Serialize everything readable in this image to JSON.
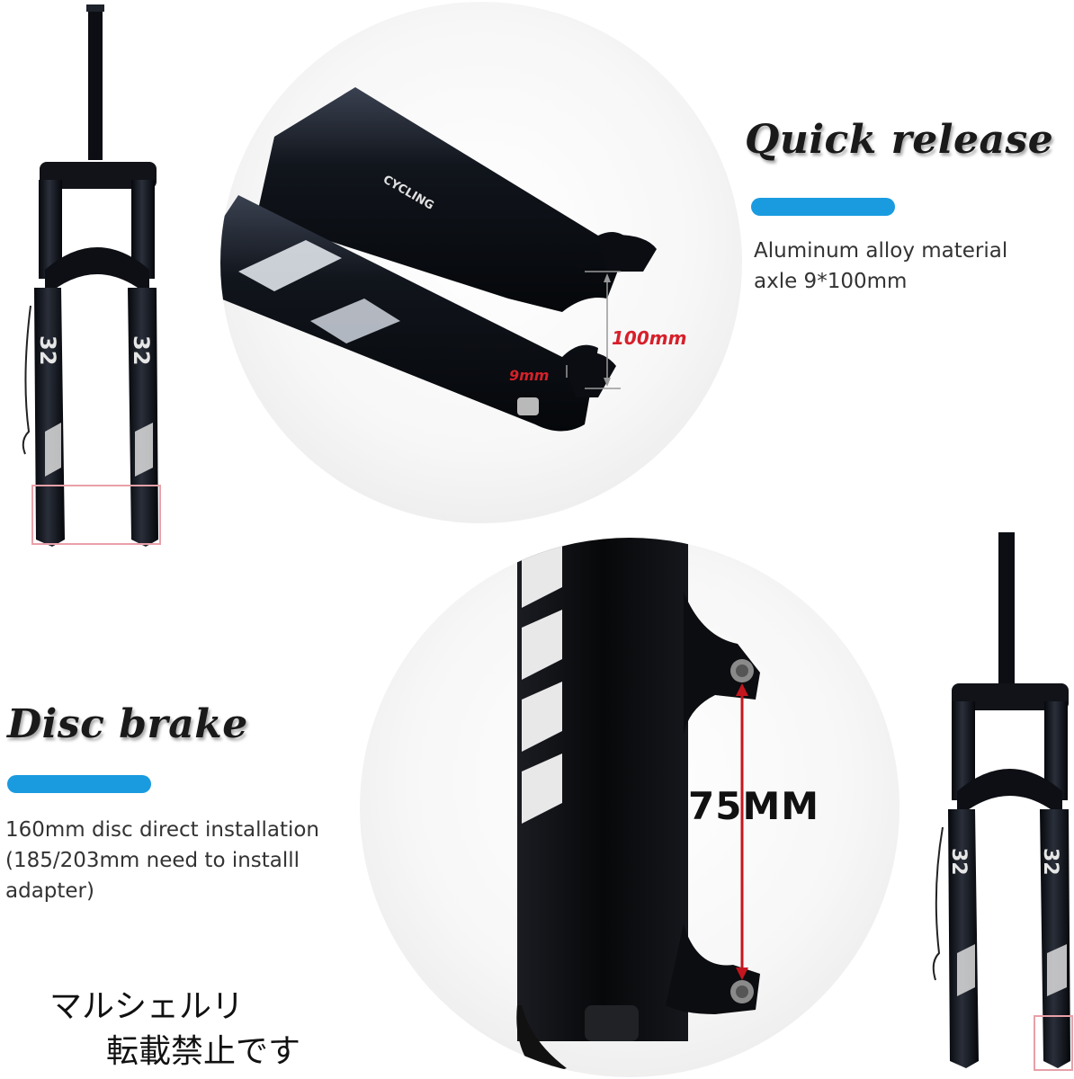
{
  "sections": {
    "quick_release": {
      "title": "Quick release",
      "desc_line1": "Aluminum alloy material",
      "desc_line2": "axle 9*100mm",
      "dim_width": "100mm",
      "dim_axle": "9mm",
      "fork_text": "CYCLING"
    },
    "disc_brake": {
      "title": "Disc brake",
      "desc_line1": "160mm disc direct installation",
      "desc_line2": "(185/203mm need to installl",
      "desc_line3": "adapter)",
      "dim_mount": "75MM"
    }
  },
  "fork_brand": {
    "number": "32",
    "label": "CYCLING"
  },
  "watermark": {
    "line1": "マルシェルリ",
    "line2": "転載禁止です"
  },
  "colors": {
    "accent": "#1a9be0",
    "dimension_red": "#d6202a",
    "fork_black": "#0d0f14",
    "highlight_box": "#e8a0a8"
  }
}
